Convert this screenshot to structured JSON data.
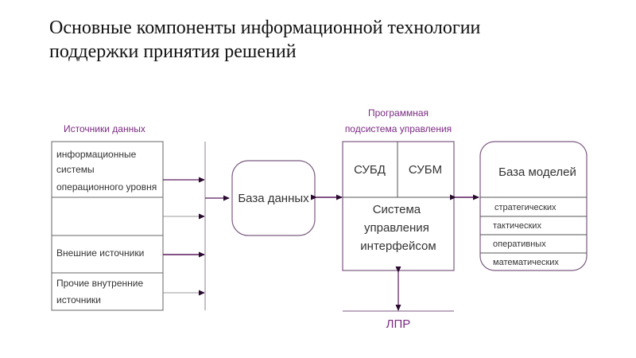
{
  "title": {
    "line1": "Основные компоненты информационной технологии",
    "line2": "поддержки принятия решений"
  },
  "colors": {
    "accent": "#7b2a82",
    "line": "#555555",
    "connector": "#5a1a5e"
  },
  "sources": {
    "heading": "Источники данных",
    "rows": [
      {
        "lines": [
          "информационные",
          "системы",
          "операционного уровня"
        ]
      },
      {
        "lines": []
      },
      {
        "lines": [
          "Внешние источники"
        ]
      },
      {
        "lines": [
          "Прочие внутренние",
          "источники"
        ]
      }
    ]
  },
  "database": {
    "label": "База данных"
  },
  "software": {
    "heading_line1": "Программная",
    "heading_line2": "подсистема управления",
    "dbms": "СУБД",
    "mbms": "СУБМ",
    "ui_lines": [
      "Система",
      "управления",
      "интерфейсом"
    ]
  },
  "models": {
    "label": "База моделей",
    "items": [
      "стратегических",
      "тактических",
      "оперативных",
      "математических"
    ]
  },
  "decision_maker": {
    "label": "ЛПР"
  }
}
